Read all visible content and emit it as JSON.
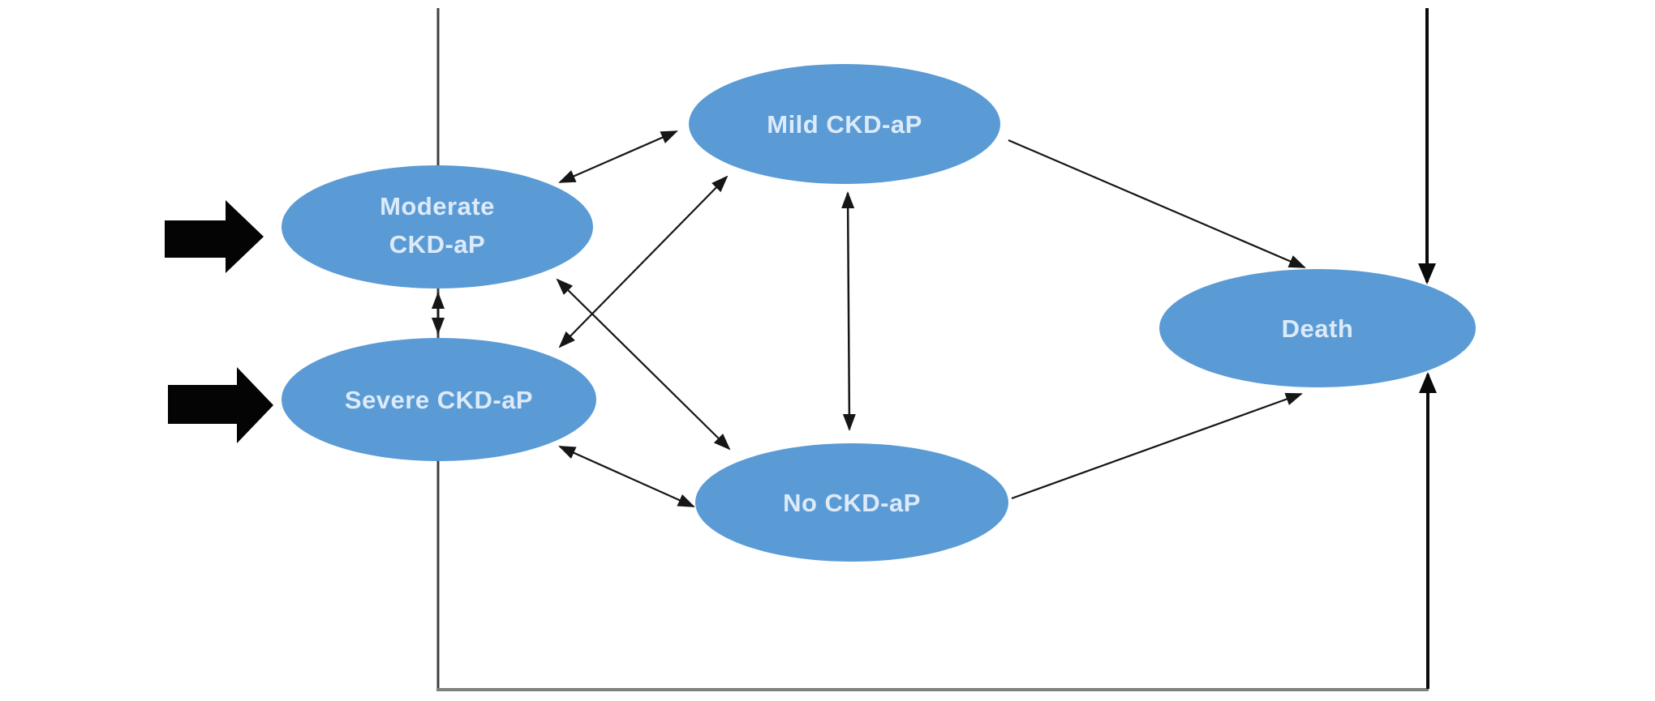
{
  "figure": {
    "background_color": "#ffffff",
    "node_fill_color": "#5b9bd5",
    "node_text_color": "#dceafa",
    "arrow_color": "#161616",
    "entry_arrow_color": "#040404",
    "left_border_color": "#3f3f3f",
    "right_border_color": "#0a0a0a",
    "bottom_border_color": "#7f7f7f",
    "nodes": {
      "moderate": {
        "line1": "Moderate",
        "line2": "CKD-aP"
      },
      "severe": {
        "label": "Severe CKD-aP"
      },
      "mild": {
        "label": "Mild CKD-aP"
      },
      "no_ckd": {
        "label": "No CKD-aP"
      },
      "death": {
        "label": "Death"
      }
    },
    "edges": [
      {
        "from": "moderate",
        "to": "severe",
        "type": "double"
      },
      {
        "from": "moderate",
        "to": "mild",
        "type": "double"
      },
      {
        "from": "moderate",
        "to": "no_ckd",
        "type": "double"
      },
      {
        "from": "severe",
        "to": "mild",
        "type": "double"
      },
      {
        "from": "severe",
        "to": "no_ckd",
        "type": "double"
      },
      {
        "from": "mild",
        "to": "no_ckd",
        "type": "double"
      },
      {
        "from": "mild",
        "to": "death",
        "type": "single"
      },
      {
        "from": "no_ckd",
        "to": "death",
        "type": "single"
      },
      {
        "from": "border-top",
        "to": "death",
        "type": "single"
      },
      {
        "from": "border-bottom",
        "to": "death",
        "type": "single"
      },
      {
        "from": "entry",
        "to": "moderate",
        "type": "thick-entry"
      },
      {
        "from": "entry",
        "to": "severe",
        "type": "thick-entry"
      }
    ]
  }
}
